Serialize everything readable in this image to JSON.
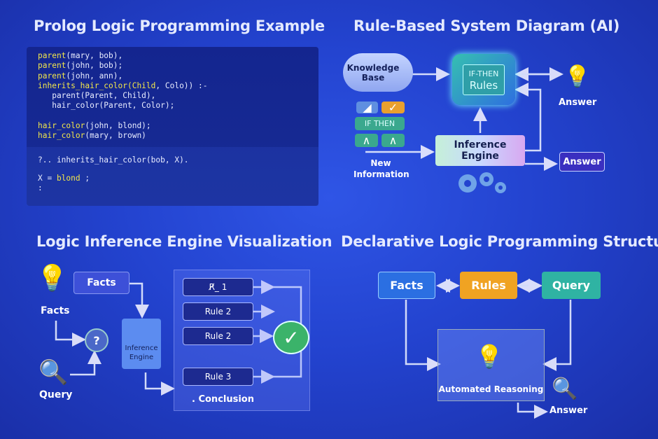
{
  "panels": {
    "prolog": {
      "title": "Prolog Logic Programming Example",
      "code": [
        {
          "kw": "parent",
          "rest": "(mary, bob),"
        },
        {
          "kw": "parent",
          "rest": "(john, bob);"
        },
        {
          "kw": "parent",
          "rest": "(john, ann),"
        },
        {
          "kw": "inherits_hair_color(Child",
          "rest": ", Colo)) :-"
        },
        {
          "kw": "",
          "rest": "   parent(Parent, Child),"
        },
        {
          "kw": "",
          "rest": "   hair_color(Parent, Color);"
        },
        {
          "kw": "",
          "rest": ""
        },
        {
          "kw": "hair_color",
          "rest": "(john, blond);"
        },
        {
          "kw": "hair_color",
          "rest": "(mary, brown)"
        }
      ],
      "query": "?.. inherits_hair_color(bob, X).",
      "answer_var": "X = ",
      "answer_val": "blond",
      "answer_end": " ;",
      "prompt": ":"
    },
    "rule_based": {
      "title": "Rule-Based System Diagram (AI)",
      "knowledge_base": "Knowledge Base",
      "tile_if_then": "IF THEN",
      "rules_top": "IF-THEN",
      "rules_bottom": "Rules",
      "answer_bulb": "Answer",
      "new_info": "New Information",
      "inference_engine": "Inference Engine",
      "answer_box": "Answer"
    },
    "inference": {
      "title": "Logic Inference Engine Visualization",
      "facts_box": "Facts",
      "facts_label": "Facts",
      "query_label": "Query",
      "engine": "Inference Engine",
      "rules": [
        "R̸_ 1",
        "Rule 2",
        "Rule 2",
        "Rule 3"
      ],
      "conclusion": ". Conclusion"
    },
    "declarative": {
      "title": "Declarative Logic Programming Structure",
      "facts": "Facts",
      "rules": "Rules",
      "query": "Query",
      "reasoning": "Automated Reasoning",
      "answer": "Answer"
    }
  },
  "colors": {
    "background": "#2343cf",
    "code_bg": "#14258f",
    "keyword": "#f2e64a",
    "facts": "#2b6fe2",
    "rules": "#f0a322",
    "query": "#2fb3a3",
    "check": "#3bb36a"
  }
}
